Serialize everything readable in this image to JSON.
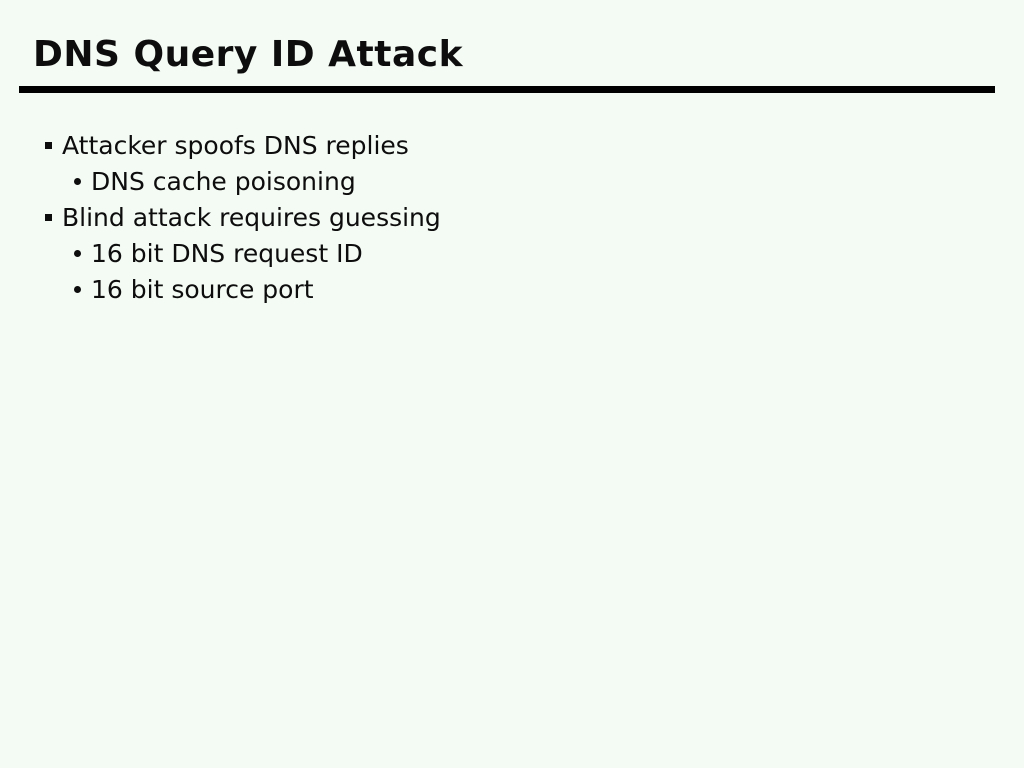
{
  "slide": {
    "title": "DNS Query ID Attack",
    "bullets": [
      {
        "level": 1,
        "marker": "square-bullet",
        "text": "Attacker spoofs DNS replies"
      },
      {
        "level": 2,
        "marker": "round-bullet",
        "text": "DNS cache poisoning"
      },
      {
        "level": 1,
        "marker": "square-bullet",
        "text": "Blind attack requires guessing"
      },
      {
        "level": 2,
        "marker": "round-bullet",
        "text": "16 bit DNS request ID"
      },
      {
        "level": 2,
        "marker": "round-bullet",
        "text": "16 bit source port"
      }
    ],
    "colors": {
      "background": "#f4faf4",
      "text": "#0d0d0d",
      "rule": "#000000"
    }
  }
}
